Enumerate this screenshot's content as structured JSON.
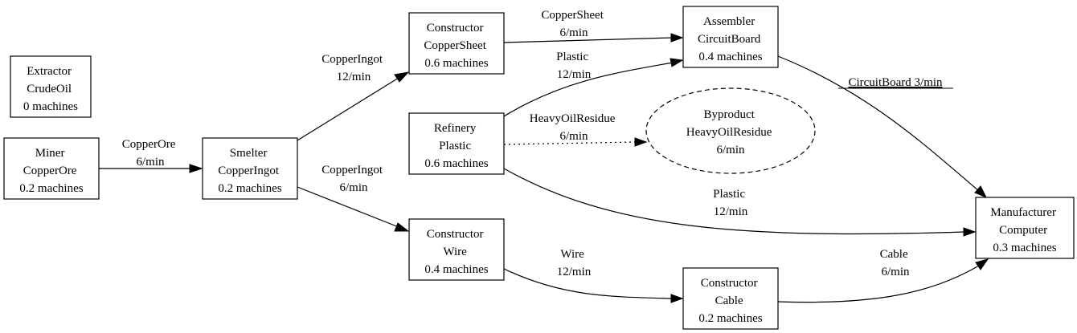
{
  "nodes": {
    "extractor": {
      "lines": [
        "Extractor",
        "CrudeOil",
        "0 machines"
      ]
    },
    "miner": {
      "lines": [
        "Miner",
        "CopperOre",
        "0.2 machines"
      ]
    },
    "smelter": {
      "lines": [
        "Smelter",
        "CopperIngot",
        "0.2 machines"
      ]
    },
    "constructor_sheet": {
      "lines": [
        "Constructor",
        "CopperSheet",
        "0.6 machines"
      ]
    },
    "refinery": {
      "lines": [
        "Refinery",
        "Plastic",
        "0.6 machines"
      ]
    },
    "constructor_wire": {
      "lines": [
        "Constructor",
        "Wire",
        "0.4 machines"
      ]
    },
    "assembler": {
      "lines": [
        "Assembler",
        "CircuitBoard",
        "0.4 machines"
      ]
    },
    "byproduct": {
      "lines": [
        "Byproduct",
        "HeavyOilResidue",
        "6/min"
      ]
    },
    "constructor_cable": {
      "lines": [
        "Constructor",
        "Cable",
        "0.2 machines"
      ]
    },
    "manufacturer": {
      "lines": [
        "Manufacturer",
        "Computer",
        "0.3 machines"
      ]
    }
  },
  "edges": {
    "miner_smelter": [
      "CopperOre",
      "6/min"
    ],
    "smelter_sheet": [
      "CopperIngot",
      "12/min"
    ],
    "smelter_wire": [
      "CopperIngot",
      "6/min"
    ],
    "sheet_assembler": [
      "CopperSheet",
      "6/min"
    ],
    "refinery_assembler": [
      "Plastic",
      "12/min"
    ],
    "refinery_byproduct": [
      "HeavyOilResidue",
      "6/min"
    ],
    "refinery_manufacturer": [
      "Plastic",
      "12/min"
    ],
    "wire_cable": [
      "Wire",
      "12/min"
    ],
    "assembler_manufacturer": "CircuitBoard 3/min",
    "cable_manufacturer": [
      "Cable",
      "6/min"
    ]
  }
}
